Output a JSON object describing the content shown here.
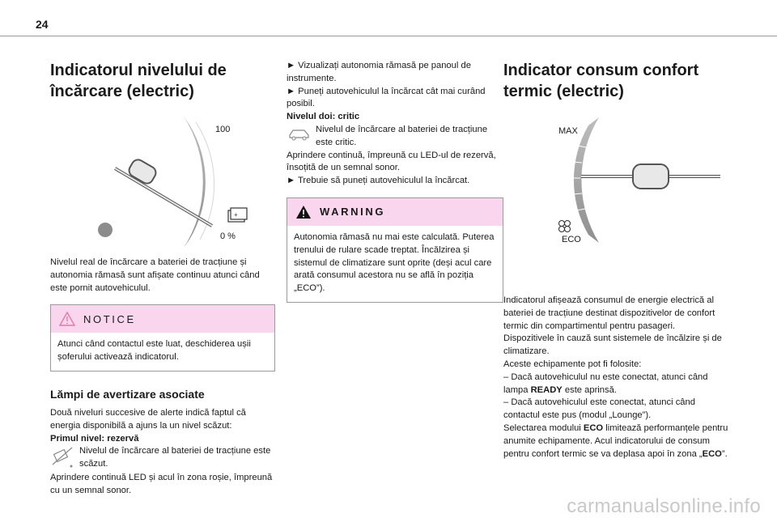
{
  "page_number": "24",
  "col1": {
    "title_line1": "Indicatorul nivelului de",
    "title_line2": "încărcare (electric)",
    "gauge_max": "100",
    "gauge_min": "0 %",
    "intro": "Nivelul real de încărcare a bateriei de tracțiune și autonomia rămasă sunt afișate continuu atunci când este pornit autovehiculul.",
    "notice": {
      "label": "NOTICE",
      "text": "Atunci când contactul este luat, deschiderea ușii șoferului activează indicatorul."
    },
    "section_title": "Lămpi de avertizare asociate",
    "section_intro": "Două niveluri succesive de alerte indică faptul că energia disponibilă a ajuns la un nivel scăzut:",
    "level1_title": "Primul nivel: rezervă",
    "level1_desc": "Nivelul de încărcare al bateriei de tracțiune este scăzut.",
    "level1_after": "Aprindere continuă LED și acul în zona roșie, împreună cu un semnal sonor."
  },
  "col2": {
    "bullet1": "► Vizualizați autonomia rămasă pe panoul de instrumente.",
    "bullet2": "► Puneți autovehiculul la încărcat cât mai curând posibil.",
    "level2_title": "Nivelul doi: critic",
    "level2_desc": "Nivelul de încărcare al bateriei de tracțiune este critic.",
    "level2_after": "Aprindere continuă, împreună cu LED-ul de rezervă, însoțită de un semnal sonor.",
    "bullet3": "► Trebuie să puneți autovehiculul la încărcat.",
    "warning": {
      "label": "WARNING",
      "text": "Autonomia rămasă nu mai este calculată. Puterea trenului de rulare scade treptat. Încălzirea și sistemul de climatizare sunt oprite (deși acul care arată consumul acestora nu se află în poziția „ECO”)."
    }
  },
  "col3": {
    "title_line1": "Indicator consum confort",
    "title_line2": "termic (electric)",
    "gauge_max": "MAX",
    "gauge_min": "ECO",
    "p1": "Indicatorul afișează consumul de energie electrică al bateriei de tracțiune destinat dispozitivelor de confort termic din compartimentul pentru pasageri.",
    "p2": "Dispozitivele în cauză sunt sistemele de încălzire și de climatizare.",
    "p3": "Aceste echipamente pot fi folosite:",
    "p4a": "– Dacă autovehiculul nu este conectat, atunci când lampa ",
    "p4b": "READY",
    "p4c": " este aprinsă.",
    "p5": "– Dacă autovehiculul este conectat, atunci când contactul este pus (modul „Lounge”).",
    "p6a": "Selectarea modului ",
    "p6b": "ECO",
    "p6c": " limitează performanțele pentru anumite echipamente. Acul indicatorului de consum pentru confort termic se va deplasa apoi în zona „",
    "p6d": "ECO",
    "p6e": "”."
  },
  "watermark": "carmanualsonline.info",
  "icons": {
    "gauge1": "battery-charge-gauge-icon",
    "gauge2": "thermal-comfort-gauge-icon",
    "reserve": "battery-plug-reserve-icon",
    "critical": "car-critical-icon",
    "notice": "warning-triangle-icon",
    "warning": "warning-triangle-filled-icon"
  }
}
